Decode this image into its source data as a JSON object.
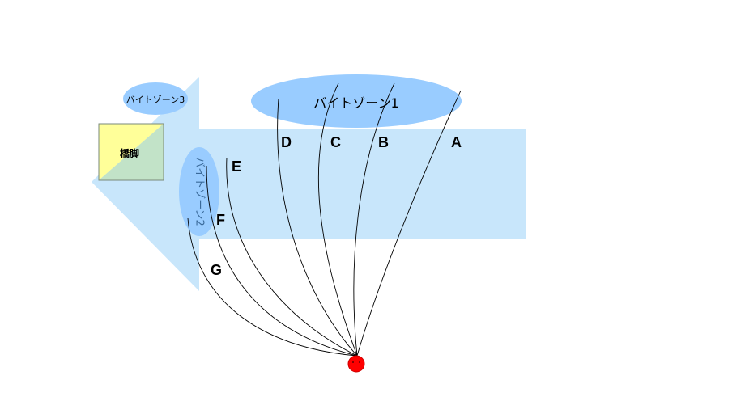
{
  "zones": {
    "zone1_label": "バイトゾーン1",
    "zone2_label": "バイトゾーン2",
    "zone3_label": "バイトゾーン3"
  },
  "pier": {
    "label": "橋脚"
  },
  "casting_lines": {
    "labels": [
      "A",
      "B",
      "C",
      "D",
      "E",
      "F",
      "G"
    ]
  },
  "colors": {
    "arrow": "#c8e6fb",
    "zone": "#99ccff",
    "pier_yellow": "#ffff99",
    "pier_green": "#c2e3c8",
    "angler": "#ff0000"
  },
  "icons": {
    "angler": "angler-icon"
  }
}
